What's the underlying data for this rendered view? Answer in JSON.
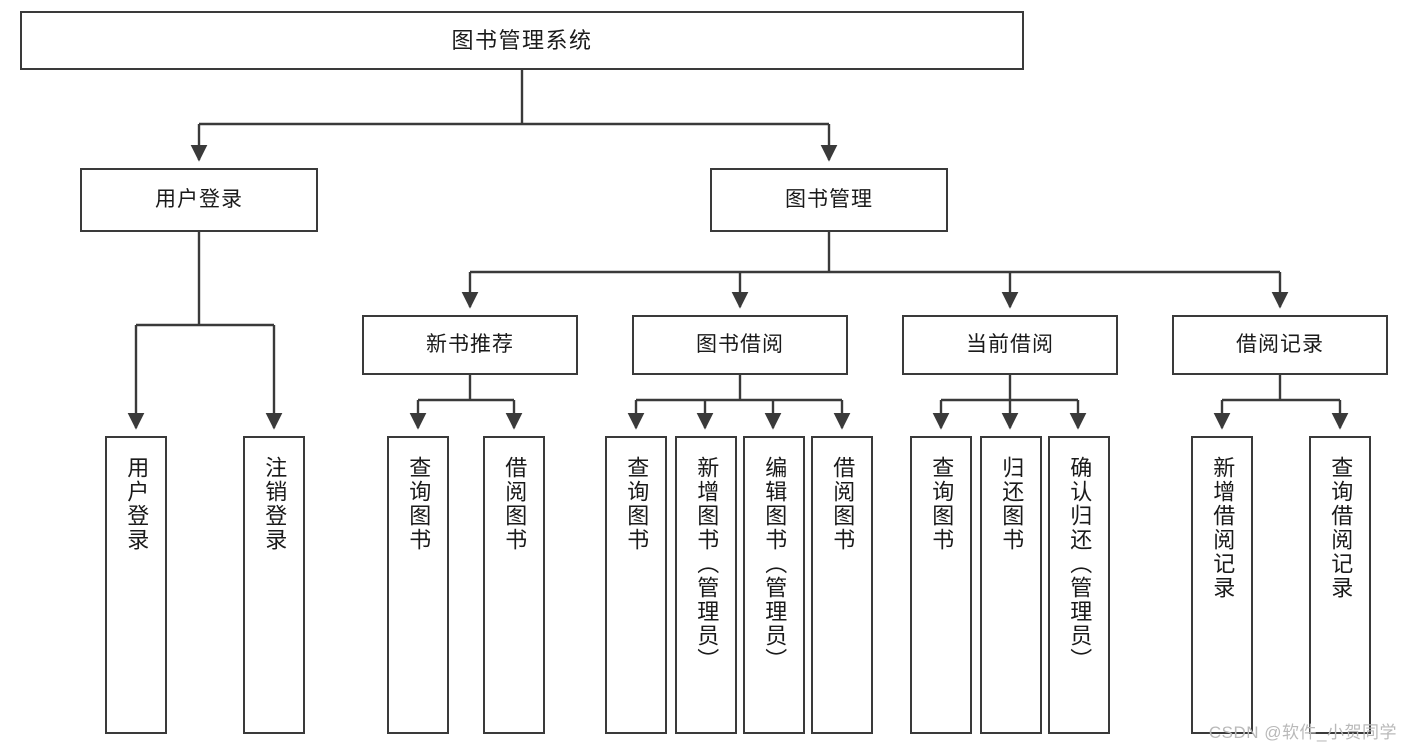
{
  "diagram": {
    "title": "图书管理系统",
    "type": "tree-hierarchy-chart",
    "watermark": "CSDN @软件_小贺同学",
    "colors": {
      "box_border": "#3a3a3a",
      "box_fill": "#ffffff",
      "connector": "#3a3a3a",
      "text": "#1a1a1a",
      "watermark": "#b9b9b9"
    }
  },
  "nodes": {
    "root": {
      "label": "图书管理系统"
    },
    "level2": [
      {
        "id": "user-login",
        "label": "用户登录"
      },
      {
        "id": "book-manage",
        "label": "图书管理"
      }
    ],
    "level3": [
      {
        "id": "new-book-recommend",
        "label": "新书推荐"
      },
      {
        "id": "book-borrow",
        "label": "图书借阅"
      },
      {
        "id": "current-borrow",
        "label": "当前借阅"
      },
      {
        "id": "borrow-record",
        "label": "借阅记录"
      }
    ],
    "leaves": [
      {
        "id": "leaf-user-login",
        "label": "用户登录",
        "parent": "user-login"
      },
      {
        "id": "leaf-logout-login",
        "label": "注销登录",
        "parent": "user-login"
      },
      {
        "id": "leaf-query-book-1",
        "label": "查询图书",
        "parent": "new-book-recommend"
      },
      {
        "id": "leaf-borrow-book-1",
        "label": "借阅图书",
        "parent": "new-book-recommend"
      },
      {
        "id": "leaf-query-book-2",
        "label": "查询图书",
        "parent": "book-borrow"
      },
      {
        "id": "leaf-add-book-admin",
        "label": "新增图书（管理员）",
        "parent": "book-borrow"
      },
      {
        "id": "leaf-edit-book-admin",
        "label": "编辑图书（管理员）",
        "parent": "book-borrow"
      },
      {
        "id": "leaf-borrow-book-2",
        "label": "借阅图书",
        "parent": "book-borrow"
      },
      {
        "id": "leaf-query-book-3",
        "label": "查询图书",
        "parent": "current-borrow"
      },
      {
        "id": "leaf-return-book",
        "label": "归还图书",
        "parent": "current-borrow"
      },
      {
        "id": "leaf-confirm-return-admin",
        "label": "确认归还（管理员）",
        "parent": "current-borrow"
      },
      {
        "id": "leaf-add-borrow-record",
        "label": "新增借阅记录",
        "parent": "borrow-record"
      },
      {
        "id": "leaf-query-borrow-record",
        "label": "查询借阅记录",
        "parent": "borrow-record"
      }
    ]
  }
}
